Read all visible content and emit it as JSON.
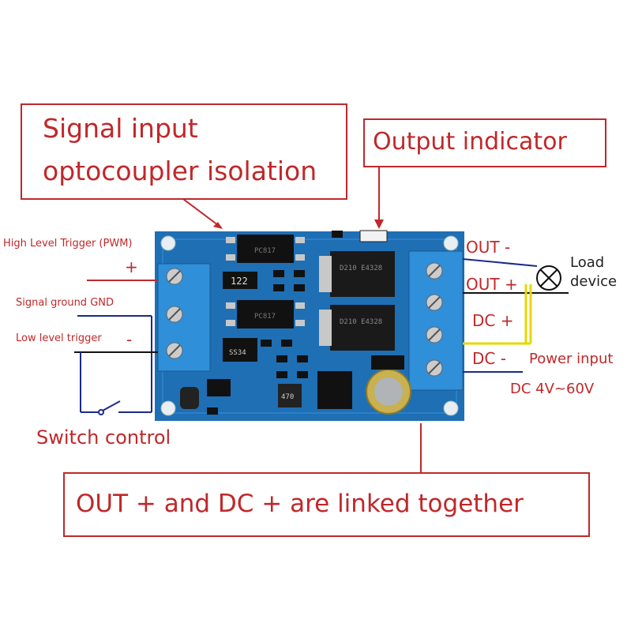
{
  "callouts": {
    "signal_input_line1": "Signal input",
    "signal_input_line2": "optocoupler isolation",
    "output_indicator": "Output indicator",
    "linked_note": "OUT + and DC + are linked together"
  },
  "left_labels": {
    "pwm": "High Level Trigger (PWM)",
    "plus": "+",
    "signal_ground": "Signal ground  GND",
    "low_level": "Low level trigger",
    "minus": "-",
    "switch_control": "Switch control"
  },
  "right_labels": {
    "out_minus": "OUT -",
    "out_plus": "OUT +",
    "dc_plus": "DC +",
    "dc_minus": "DC  -",
    "load_line1": "Load",
    "load_line2": "device",
    "power_input": "Power input",
    "voltage": "DC 4V~60V"
  },
  "board": {
    "chip_122": "122",
    "chip_s34": "SS34",
    "mosfet1": "D210 E4328",
    "mosfet2": "D210 E4328",
    "opto1": "PC817",
    "opto2": "PC817",
    "inductor": "470"
  },
  "colors": {
    "board": "#1f6fb5",
    "terminal": "#2f8fd8",
    "callout_red": "#c0282a",
    "wire_yellow": "#e6d800"
  }
}
